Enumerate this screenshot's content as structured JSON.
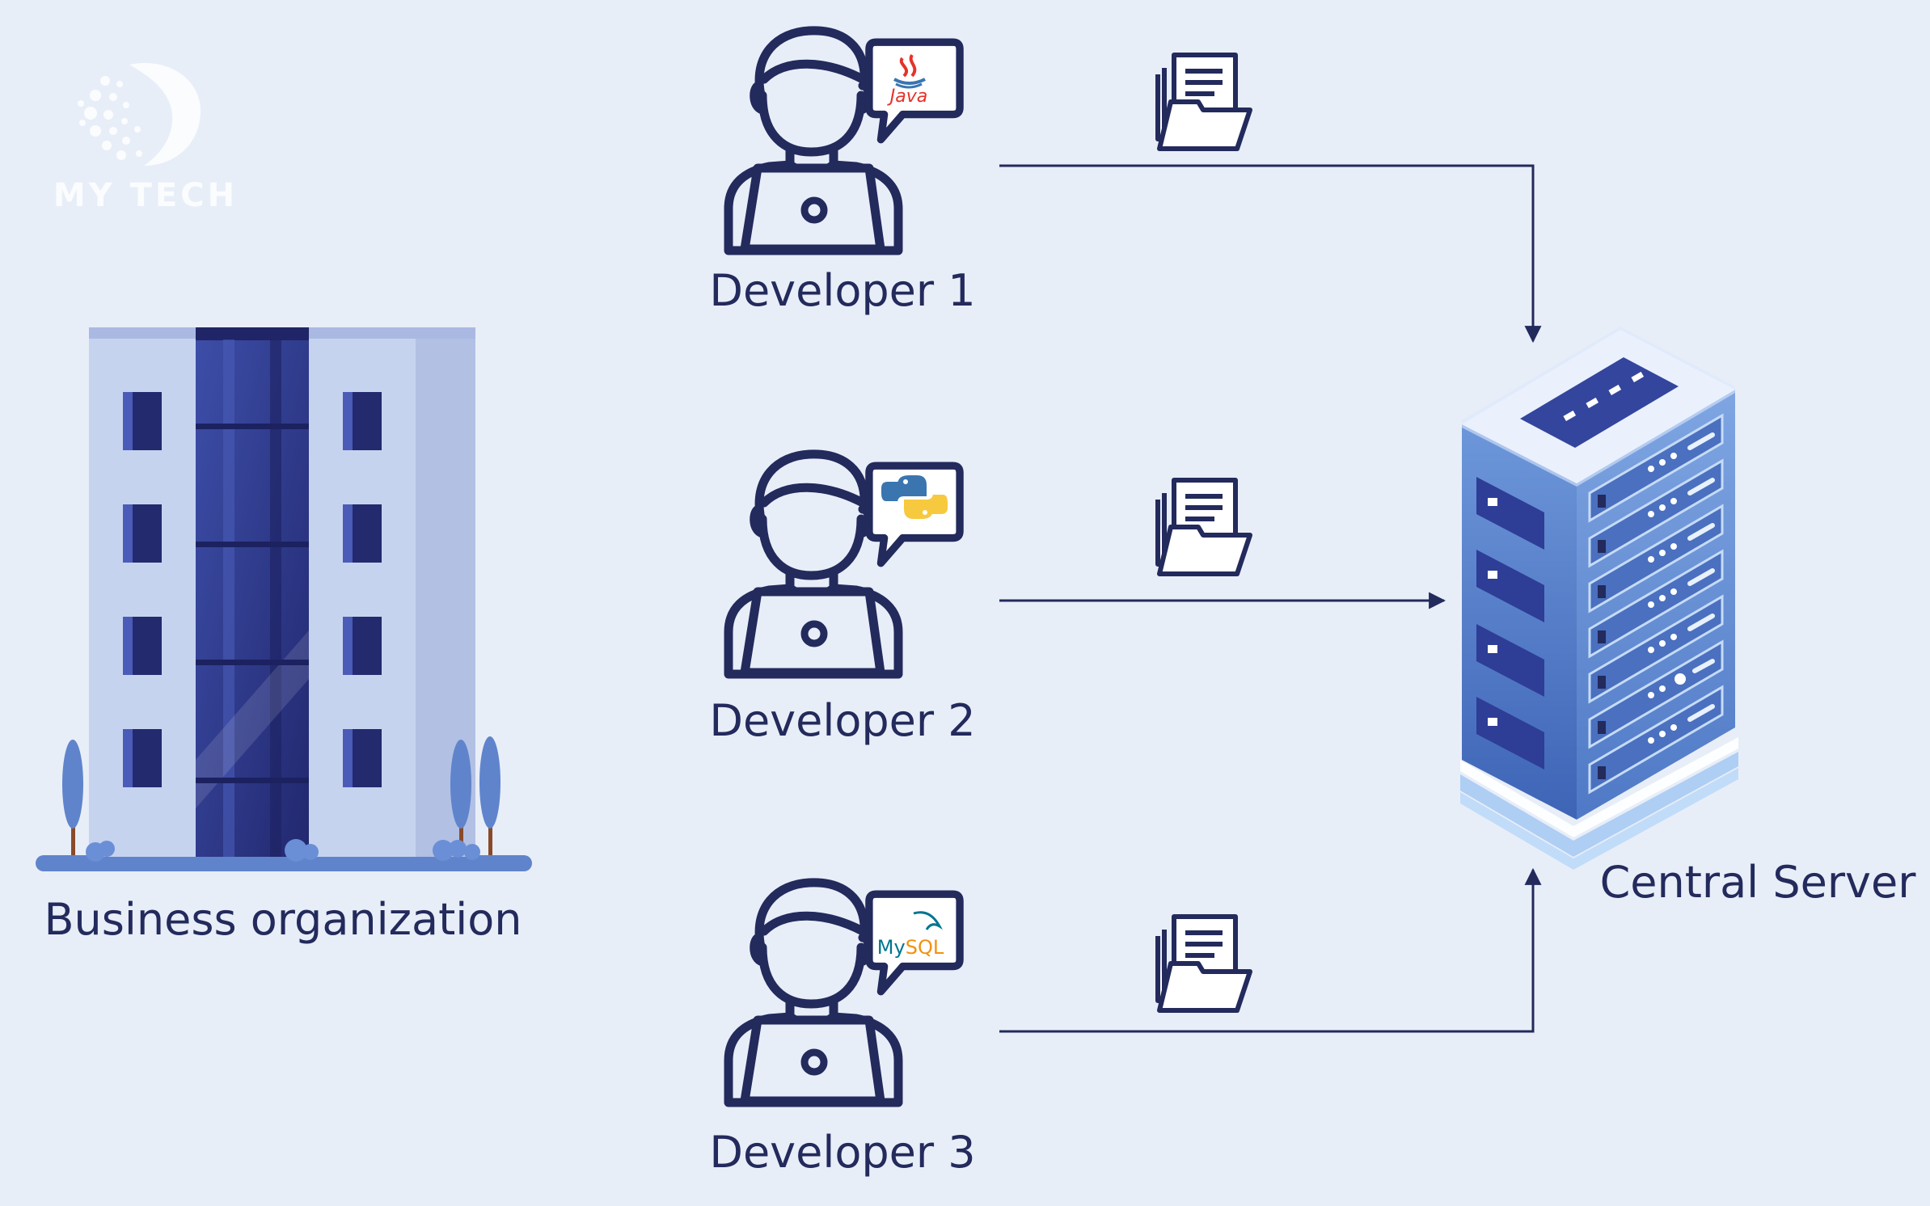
{
  "logo": {
    "text": "MY TECH"
  },
  "organization": {
    "label": "Business organization"
  },
  "server": {
    "label": "Central Server"
  },
  "developers": [
    {
      "label": "Developer 1",
      "language": "Java",
      "icon": "java-logo-icon"
    },
    {
      "label": "Developer 2",
      "language": "Python",
      "icon": "python-logo-icon"
    },
    {
      "label": "Developer 3",
      "language": "MySQL",
      "icon": "mysql-logo-icon"
    }
  ],
  "icons": {
    "developer": "developer-with-laptop-icon",
    "folder": "document-folder-icon",
    "building": "office-building-icon",
    "server": "server-rack-icon"
  },
  "colors": {
    "background": "#e8eef8",
    "ink": "#232a5c",
    "building_light": "#c6d3ef",
    "building_dark": "#2c3585",
    "server_blue": "#4f7cc8",
    "server_light": "#9fbde8",
    "java_red": "#e5332a",
    "python_blue": "#3a75b0",
    "python_yellow": "#f7c93e",
    "mysql_teal": "#00758f",
    "mysql_orange": "#f29111"
  }
}
